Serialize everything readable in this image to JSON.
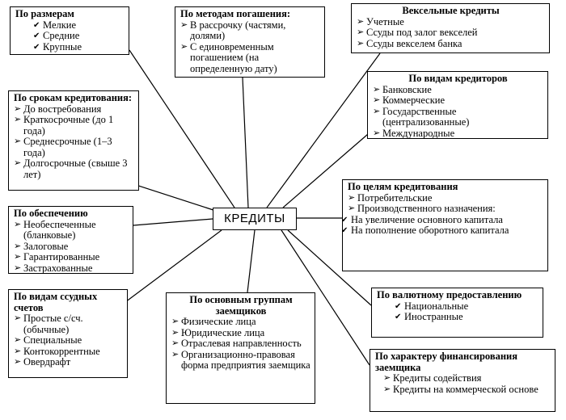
{
  "center": {
    "label": "КРЕДИТЫ"
  },
  "boxes": [
    {
      "id": "size",
      "title": "По размерам",
      "items": [
        "Мелкие",
        "Средние",
        "Крупные"
      ]
    },
    {
      "id": "repayment",
      "title": "По методам погашения:",
      "items": [
        "В рассрочку (частями, долями)",
        "С единовременным погашением (на определенную дату)"
      ]
    },
    {
      "id": "bills",
      "title": "Вексельные кредиты",
      "items": [
        "Учетные",
        "Ссуды под залог векселей",
        "Ссуды векселем банка"
      ]
    },
    {
      "id": "term",
      "title": "По срокам кредитования:",
      "items": [
        "До востребования",
        "Краткосрочные (до 1 года)",
        "Среднесрочные (1–3 года)",
        "Долгосрочные (свыше 3 лет)"
      ]
    },
    {
      "id": "creditors",
      "title": "По видам кредиторов",
      "items": [
        "Банковские",
        "Коммерческие",
        "Государственные (централизованные)",
        "Международные"
      ]
    },
    {
      "id": "purpose",
      "title": "По целям кредитования",
      "items": [
        "Потребительские",
        "Производственного назначения:"
      ],
      "subitems": [
        "На увеличение основного капитала",
        "На пополнение оборотного капитала"
      ]
    },
    {
      "id": "security",
      "title": "По обеспечению",
      "items": [
        "Необеспеченные (бланковые)",
        "Залоговые",
        "Гарантированные",
        "Застрахованные"
      ]
    },
    {
      "id": "accounts",
      "title": "По видам ссудных счетов",
      "items": [
        "Простые с/сч. (обычные)",
        "Специальные",
        "Контокоррентные",
        "Овердрафт"
      ]
    },
    {
      "id": "borrowers",
      "title": "По основным группам заемщиков",
      "items": [
        "Физические лица",
        "Юридические лица",
        "Отраслевая направленность",
        "Организационно-правовая форма предприятия заемщика"
      ]
    },
    {
      "id": "currency",
      "title": "По валютному предоставлению",
      "items": [
        "Национальные",
        "Иностранные"
      ]
    },
    {
      "id": "financing",
      "title": "По характеру финансирования заемщика",
      "items": [
        "Кредиты содействия",
        "Кредиты на коммерческой основе"
      ]
    }
  ]
}
